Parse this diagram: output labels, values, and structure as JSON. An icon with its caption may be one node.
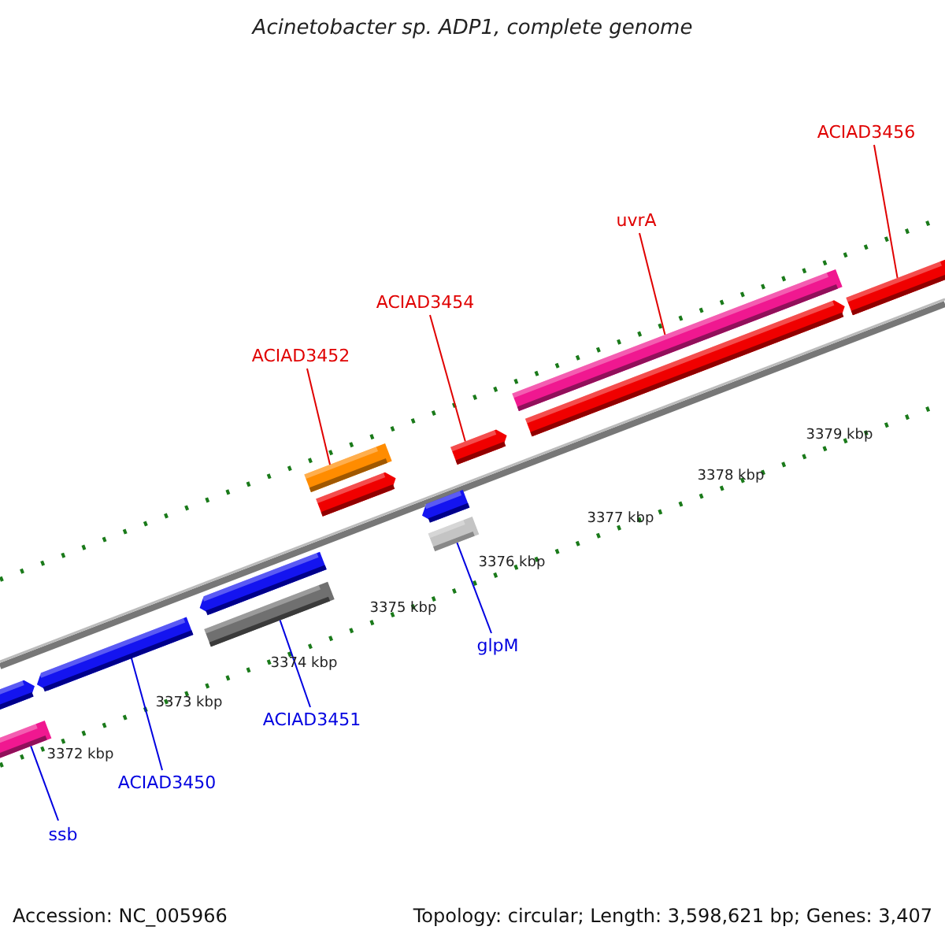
{
  "diagram": {
    "title": "Acinetobacter sp. ADP1, complete genome",
    "nodes": [
      {
        "text": [
          "ACIAD3456"
        ]
      },
      {
        "text": [
          "uvrA"
        ]
      },
      {
        "text": [
          "ACIAD3454"
        ]
      },
      {
        "text": [
          "ACIAD3452"
        ]
      },
      {
        "text": [
          "glpM"
        ]
      },
      {
        "text": [
          "ACIAD3451"
        ]
      },
      {
        "text": [
          "ACIAD3450"
        ]
      },
      {
        "text": [
          "ssb"
        ]
      },
      {
        "text": [],
        "shape": "bar"
      },
      {
        "text": [],
        "shape": "bar"
      },
      {
        "text": [],
        "shape": "bar"
      },
      {
        "text": [],
        "shape": "bar"
      },
      {
        "text": [],
        "shape": "bar"
      },
      {
        "text": [],
        "shape": "bar"
      },
      {
        "text": [],
        "shape": "bar"
      },
      {
        "text": [],
        "shape": "bar"
      },
      {
        "text": [],
        "shape": "bar"
      },
      {
        "text": [],
        "shape": "bar"
      },
      {
        "text": [],
        "shape": "bar"
      },
      {
        "text": [],
        "shape": "bar"
      },
      {
        "text": [],
        "shape": "bar"
      }
    ],
    "edges": [
      {
        "from": 0,
        "to": 20,
        "arrow": "none",
        "color": "#e00000"
      },
      {
        "from": 1,
        "to": 18,
        "arrow": "none",
        "color": "#e00000"
      },
      {
        "from": 2,
        "to": 17,
        "arrow": "none",
        "color": "#e00000"
      },
      {
        "from": 3,
        "to": 13,
        "arrow": "none",
        "color": "#e00000"
      },
      {
        "from": 4,
        "to": 16,
        "arrow": "none",
        "color": "#0000e0"
      },
      {
        "from": 5,
        "to": 12,
        "arrow": "none",
        "color": "#0000e0"
      },
      {
        "from": 6,
        "to": 10,
        "arrow": "none",
        "color": "#0000e0"
      },
      {
        "from": 7,
        "to": 9,
        "arrow": "none",
        "color": "#0000e0"
      }
    ],
    "labels": [
      "3372 kbp",
      "3373 kbp",
      "3374 kbp",
      "3375 kbp",
      "3376 kbp",
      "3377 kbp",
      "3378 kbp",
      "3379 kbp",
      "Accession: NC_005966",
      "Topology: circular; Length: 3,598,621 bp; Genes: 3,407"
    ]
  }
}
